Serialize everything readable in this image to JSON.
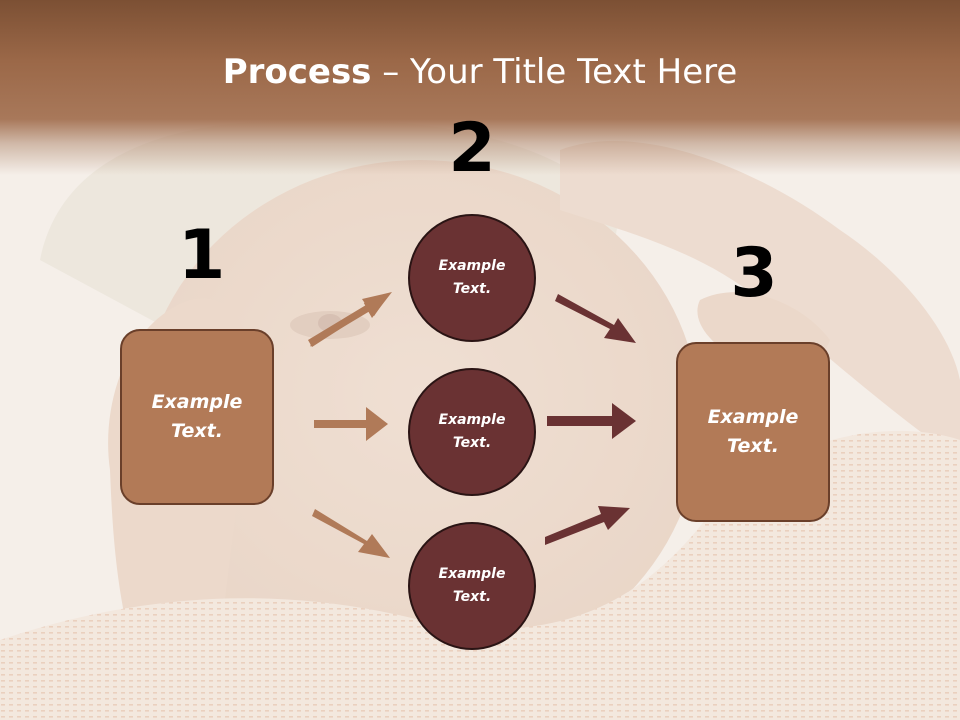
{
  "slide": {
    "title_bold": "Process",
    "title_rest": " – Your Title Text Here"
  },
  "steps": [
    {
      "number": "1",
      "text": "Example Text."
    },
    {
      "number": "2",
      "text": [
        "Example Text.",
        "Example Text.",
        "Example Text."
      ]
    },
    {
      "number": "3",
      "text": "Example Text."
    }
  ],
  "colors": {
    "title_band": "#9b6848",
    "box_fill": "#b27a57",
    "circle_fill": "#6a3233",
    "arrow_light": "#b07a58",
    "arrow_dark": "#6a3233"
  }
}
